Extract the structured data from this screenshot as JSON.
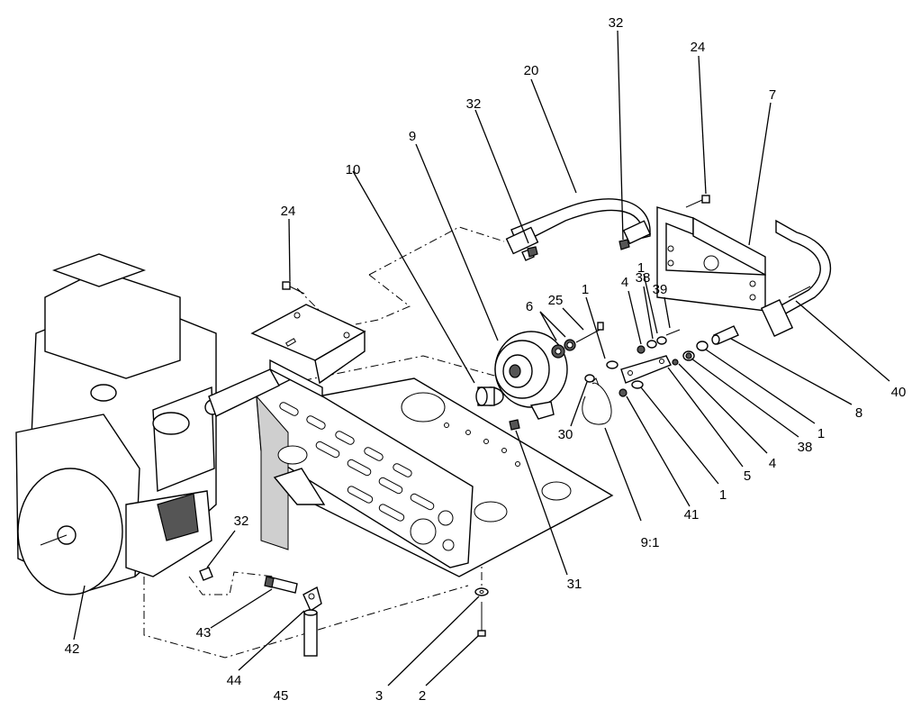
{
  "callouts": {
    "c32a": "32",
    "c24a": "24",
    "c20": "20",
    "c32b": "32",
    "c7": "7",
    "c9": "9",
    "c10": "10",
    "c24b": "24",
    "c6": "6",
    "c25": "25",
    "c1a": "1",
    "c4a": "4",
    "c38a": "38",
    "c1b": "1",
    "c39": "39",
    "c40": "40",
    "c8": "8",
    "c1c": "1",
    "c38b": "38",
    "c4b": "4",
    "c5": "5",
    "c1d": "1",
    "c41": "41",
    "c9_1": "9:1",
    "c30": "30",
    "c31": "31",
    "c32c": "32",
    "c43": "43",
    "c42": "42",
    "c44": "44",
    "c45": "45",
    "c3": "3",
    "c2": "2"
  }
}
